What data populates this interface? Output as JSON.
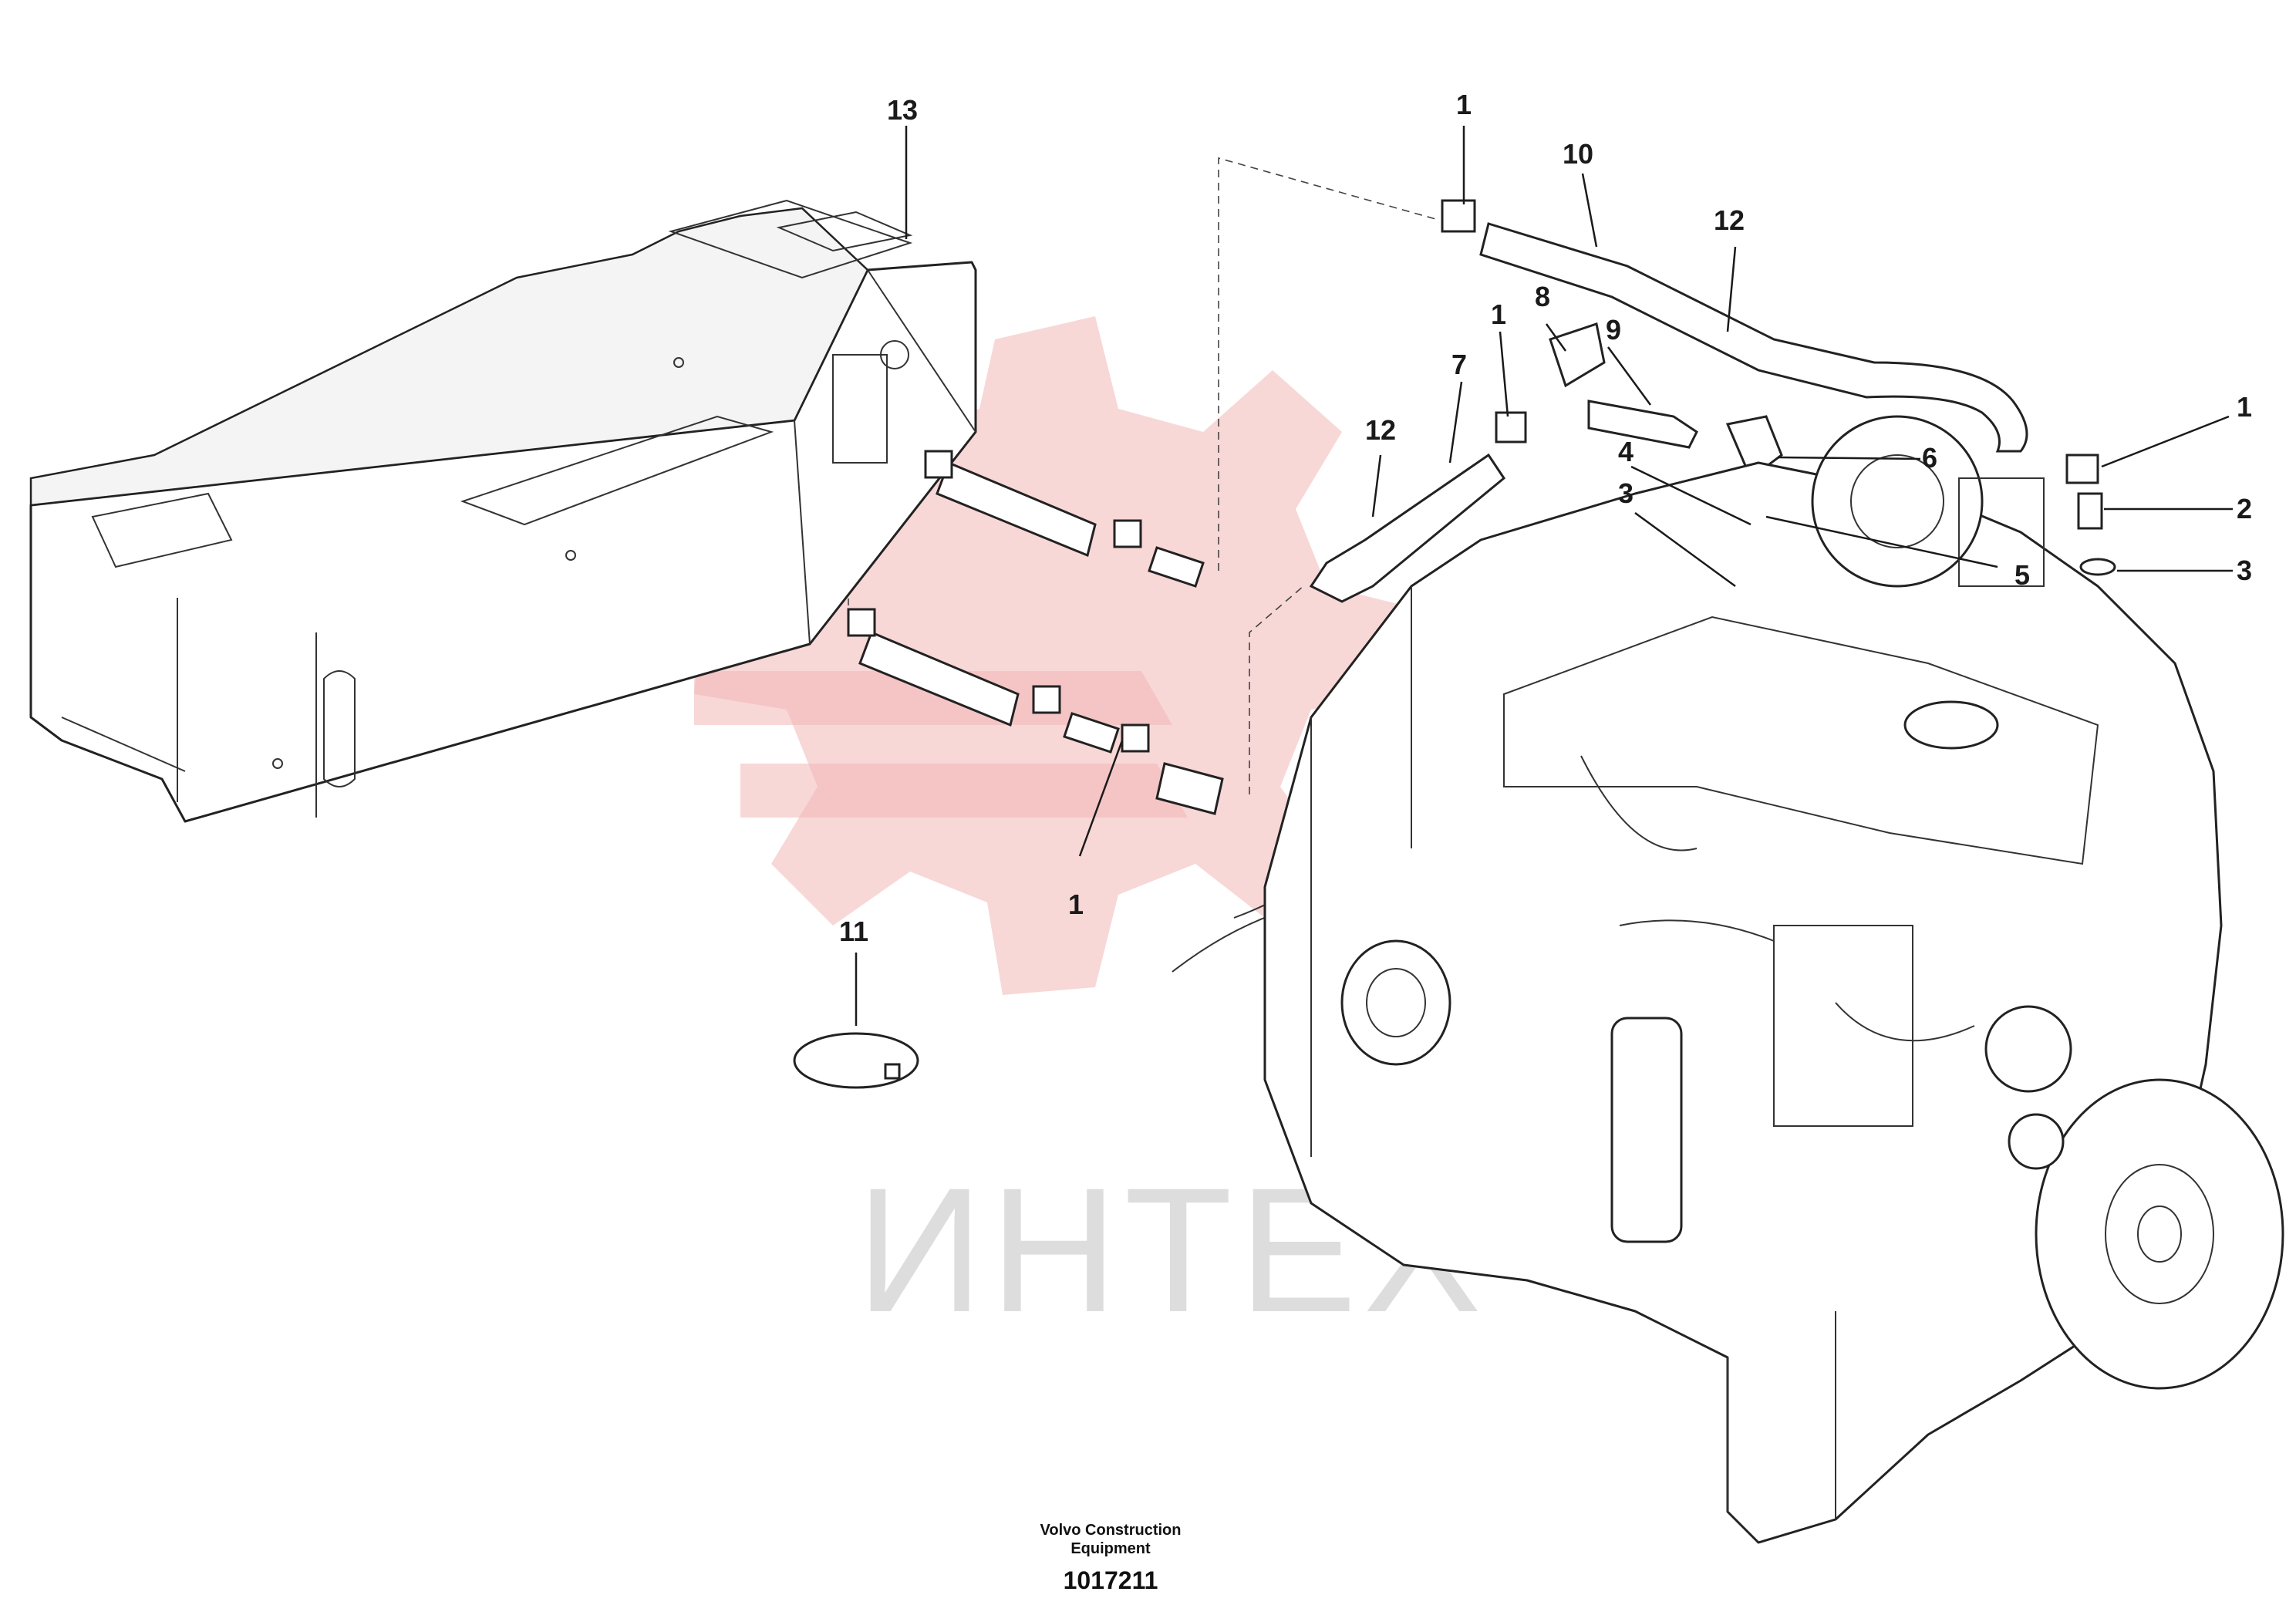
{
  "watermark": {
    "text": "ИНТЕХ",
    "color": "#d0d0d0",
    "gear_color": "#f3b6b6"
  },
  "footer": {
    "company_line1": "Volvo Construction",
    "company_line2": "Equipment",
    "drawing_number": "1017211"
  },
  "callouts": [
    {
      "id": "c13",
      "label": "13"
    },
    {
      "id": "c1-top",
      "label": "1"
    },
    {
      "id": "c10",
      "label": "10"
    },
    {
      "id": "c12-top",
      "label": "12"
    },
    {
      "id": "c1-mid",
      "label": "1"
    },
    {
      "id": "c8",
      "label": "8"
    },
    {
      "id": "c9",
      "label": "9"
    },
    {
      "id": "c7",
      "label": "7"
    },
    {
      "id": "c12-left",
      "label": "12"
    },
    {
      "id": "c4",
      "label": "4"
    },
    {
      "id": "c6",
      "label": "6"
    },
    {
      "id": "c3-left",
      "label": "3"
    },
    {
      "id": "c5",
      "label": "5"
    },
    {
      "id": "c1-right",
      "label": "1"
    },
    {
      "id": "c2",
      "label": "2"
    },
    {
      "id": "c3-right",
      "label": "3"
    },
    {
      "id": "c1-bottom",
      "label": "1"
    },
    {
      "id": "c11",
      "label": "11"
    }
  ]
}
